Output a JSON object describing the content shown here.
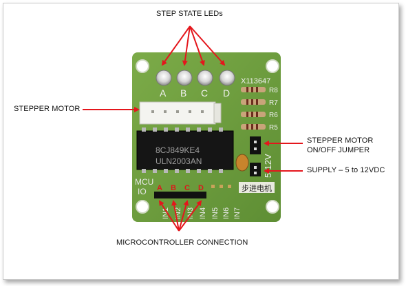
{
  "labels": {
    "step_state_leds": "STEP STATE LEDs",
    "stepper_motor": "STEPPER MOTOR",
    "jumper_line1": "STEPPER MOTOR",
    "jumper_line2": "ON/OFF JUMPER",
    "supply": "SUPPLY – 5 to 12VDC",
    "microcontroller": "MICROCONTROLLER CONNECTION"
  },
  "board": {
    "led_letters": [
      "A",
      "B",
      "C",
      "D"
    ],
    "part_code": "X113647",
    "resistors": [
      "R8",
      "R7",
      "R6",
      "R5"
    ],
    "chip_line1": "8CJ849KE4",
    "chip_line2": "ULN2003AN",
    "voltage_label": "5-12V",
    "mcu_label_line1": "MCU",
    "mcu_label_line2": "IO",
    "connector_letters": [
      "A",
      "B",
      "C",
      "D"
    ],
    "pin_labels": [
      "IN1",
      "IN2",
      "IN3",
      "IN4",
      "IN5",
      "IN6",
      "IN7"
    ],
    "chinese_label": "步进电机"
  },
  "colors": {
    "arrow": "#e4161c",
    "pcb": "#6e9e3e",
    "connector_red": "#d91b1b"
  }
}
